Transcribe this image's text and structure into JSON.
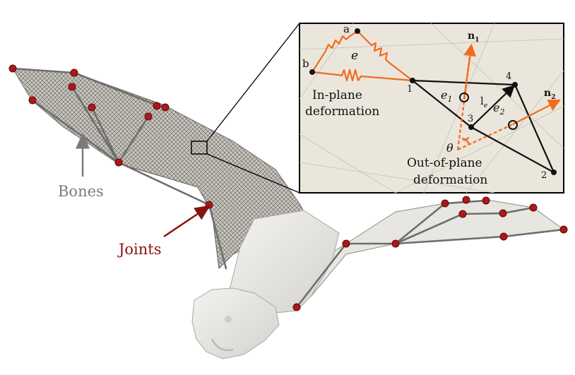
{
  "labels": {
    "bones": "Bones",
    "joints": "Joints"
  },
  "inset": {
    "in_plane_line1": "In-plane",
    "in_plane_line2": "deformation",
    "out_plane_line1": "Out-of-plane",
    "out_plane_line2": "deformation",
    "vertex_a": "a",
    "vertex_b": "b",
    "vertex_1": "1",
    "vertex_2": "2",
    "vertex_3": "3",
    "vertex_4": "4",
    "edge_e": "e",
    "edge_e1": "e",
    "edge_e1_sub": "1",
    "edge_e2": "e",
    "edge_e2_sub": "2",
    "edge_le": "l",
    "edge_le_sub": "e",
    "normal_n1": "n",
    "normal_n1_sub": "1",
    "normal_n2": "n",
    "normal_n2_sub": "2",
    "angle_theta": "θ"
  },
  "colors": {
    "orange": "#f26b1d",
    "joint_red": "#b01818",
    "bone_gray": "#7a7a7a",
    "joints_label": "#8b1010",
    "inset_bg": "#ebe6dc",
    "membrane": "#b9b6ae",
    "body": "#ecebe7"
  }
}
